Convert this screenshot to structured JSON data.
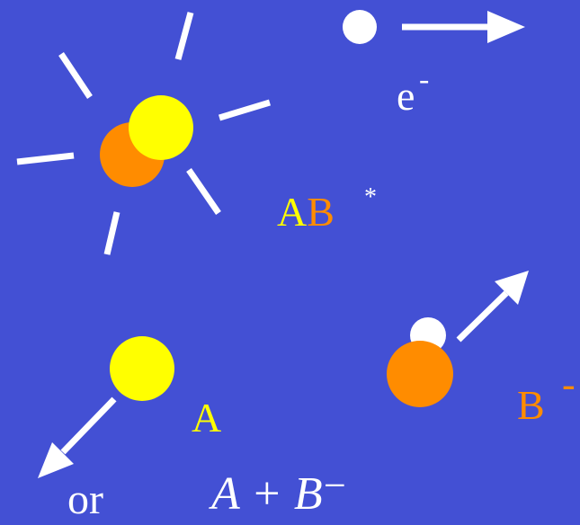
{
  "colors": {
    "background": "#4350d4",
    "white": "#ffffff",
    "yellow": "#ffff00",
    "orange": "#ff8c00"
  },
  "labels": {
    "electron": "e",
    "electron_charge": "-",
    "excited_a": "A",
    "excited_b": "B",
    "excited_star": "*",
    "fragment_a": "A",
    "fragment_b": "B",
    "fragment_b_charge": "-",
    "or_text": "or",
    "equation": "A + B⁻"
  }
}
